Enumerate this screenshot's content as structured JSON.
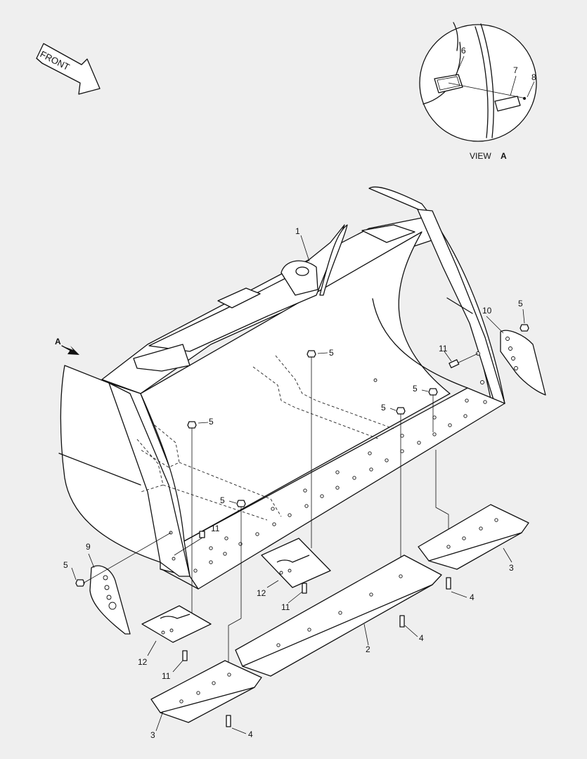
{
  "direction_label": "FRONT",
  "view_label": "VIEW",
  "view_letter": "A",
  "arrow_letter": "A",
  "callouts": [
    {
      "id": "c1",
      "text": "1"
    },
    {
      "id": "c2",
      "text": "2"
    },
    {
      "id": "c3a",
      "text": "3"
    },
    {
      "id": "c3b",
      "text": "3"
    },
    {
      "id": "c4a",
      "text": "4"
    },
    {
      "id": "c4b",
      "text": "4"
    },
    {
      "id": "c4c",
      "text": "4"
    },
    {
      "id": "c5a",
      "text": "5"
    },
    {
      "id": "c5b",
      "text": "5"
    },
    {
      "id": "c5c",
      "text": "5"
    },
    {
      "id": "c5d",
      "text": "5"
    },
    {
      "id": "c5e",
      "text": "5"
    },
    {
      "id": "c5f",
      "text": "5"
    },
    {
      "id": "c5g",
      "text": "5"
    },
    {
      "id": "c6",
      "text": "6"
    },
    {
      "id": "c7",
      "text": "7"
    },
    {
      "id": "c8",
      "text": "8"
    },
    {
      "id": "c9",
      "text": "9"
    },
    {
      "id": "c10",
      "text": "10"
    },
    {
      "id": "c11a",
      "text": "11"
    },
    {
      "id": "c11b",
      "text": "11"
    },
    {
      "id": "c11c",
      "text": "11"
    },
    {
      "id": "c11d",
      "text": "11"
    },
    {
      "id": "c12a",
      "text": "12"
    },
    {
      "id": "c12b",
      "text": "12"
    }
  ]
}
